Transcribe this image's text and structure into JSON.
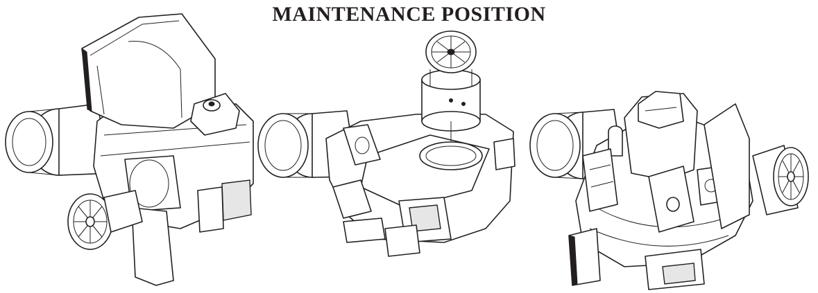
{
  "title": "MAINTENANCE POSITION",
  "views": [
    {
      "name": "view-left-burner-hood-closed"
    },
    {
      "name": "view-center-burner-hood-removed"
    },
    {
      "name": "view-right-burner-valve-side"
    }
  ]
}
